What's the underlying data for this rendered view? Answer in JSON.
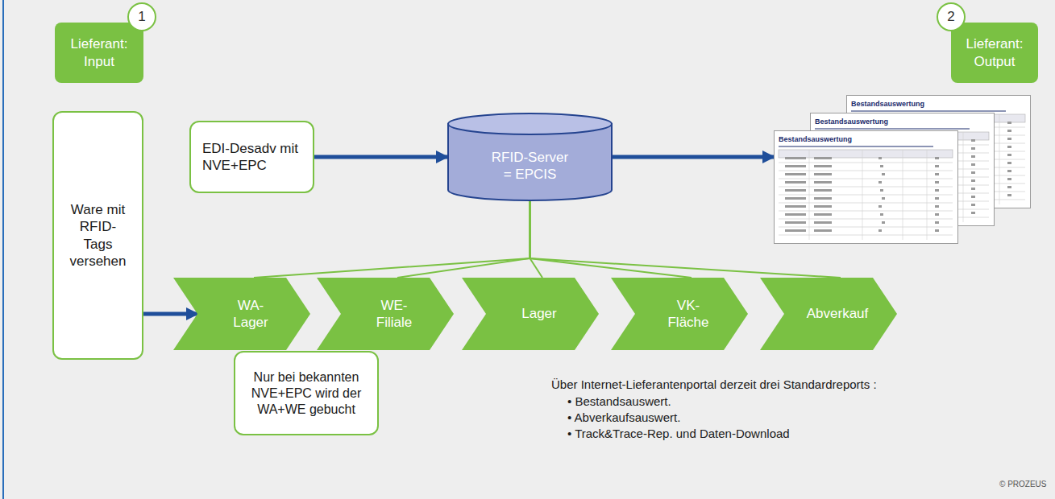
{
  "diagram": {
    "nodes": [
      {
        "text": [
          "Lieferant: Input"
        ]
      },
      {
        "text": [
          "1"
        ]
      },
      {
        "text": [
          "EDI-Desadv mit NVE+EPC"
        ]
      },
      {
        "text": [
          "RFID-Server = EPCIS"
        ]
      },
      {
        "text": [
          "Bestandsauswertung",
          "Bestandsauswertung",
          "Bestandsauswertung"
        ]
      },
      {
        "text": [
          "2"
        ]
      },
      {
        "text": [
          "Lieferant: Output"
        ]
      },
      {
        "text": [
          "Ware mit RFID-Tags versehen"
        ]
      },
      {
        "text": [
          "WA-Lager"
        ]
      },
      {
        "text": [
          "WE-Filiale"
        ]
      },
      {
        "text": [
          "Lager"
        ]
      },
      {
        "text": [
          "VK-Fläche"
        ]
      },
      {
        "text": [
          "Abverkauf"
        ]
      },
      {
        "text": [
          "Nur bei bekannten NVE+EPC wird der WA+WE gebucht"
        ]
      }
    ],
    "edges": [
      {
        "from": 2,
        "to": 3,
        "arrow": "to"
      },
      {
        "from": 3,
        "to": 4,
        "arrow": "to"
      },
      {
        "from": 7,
        "to": 8,
        "arrow": "to"
      },
      {
        "from": 3,
        "to": 8,
        "arrow": "none"
      },
      {
        "from": 3,
        "to": 9,
        "arrow": "none"
      },
      {
        "from": 3,
        "to": 10,
        "arrow": "none"
      },
      {
        "from": 3,
        "to": 11,
        "arrow": "none"
      },
      {
        "from": 3,
        "to": 12,
        "arrow": "none"
      }
    ],
    "labels": [
      "Über Internet-Lieferantenportal derzeit drei Standardreports :",
      "• Bestandsauswert.",
      "• Abverkaufsauswert.",
      "• Track&Trace-Rep. und Daten-Download",
      "© PROZEUS"
    ]
  }
}
